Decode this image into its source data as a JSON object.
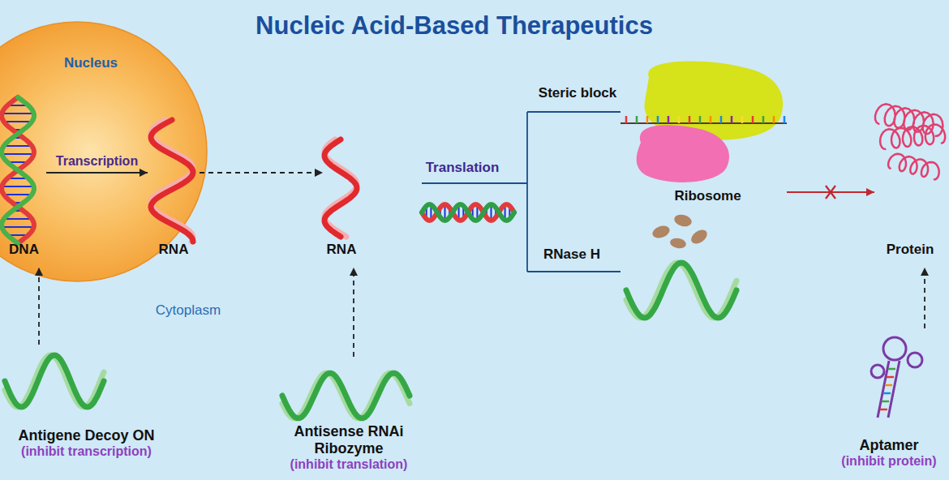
{
  "diagram": {
    "title": "Nucleic Acid-Based Therapeutics",
    "nodes": [
      {
        "text": [
          "Nucleus"
        ]
      },
      {
        "text": [
          "DNA"
        ],
        "in": 0
      },
      {
        "text": [
          "RNA"
        ],
        "in": 0
      },
      {
        "text": [
          "RNA"
        ]
      },
      {
        "text": [
          "Ribosome"
        ]
      },
      {
        "text": [
          "Protein"
        ]
      },
      {
        "text": [
          "Antigene Decoy ON",
          "(inhibit transcription)"
        ]
      },
      {
        "text": [
          "Antisense RNAi Ribozyme",
          "(inhibit translation)"
        ]
      },
      {
        "text": [
          "Aptamer",
          "(inhibit protein)"
        ]
      }
    ],
    "edges": [
      {
        "from": 1,
        "to": 2,
        "arrow": "to",
        "label": "Transcription"
      },
      {
        "from": 2,
        "to": 3,
        "arrow": "to"
      },
      {
        "from": 4,
        "to": 5,
        "arrow": "to"
      },
      {
        "from": 6,
        "to": 1,
        "arrow": "to"
      },
      {
        "from": 7,
        "to": 3,
        "arrow": "to"
      },
      {
        "from": 8,
        "to": 5,
        "arrow": "to"
      }
    ],
    "labels": [
      "Cytoplasm",
      "Translation",
      "Steric block",
      "RNase H"
    ]
  }
}
